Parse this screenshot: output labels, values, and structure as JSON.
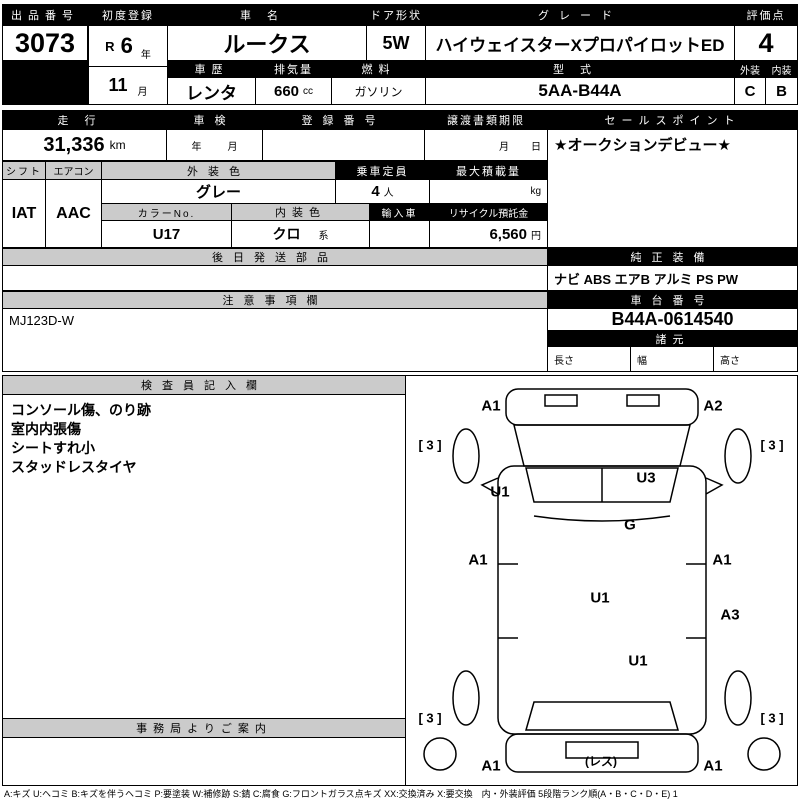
{
  "colors": {
    "header_bg": "#000000",
    "subheader_bg": "#cbcbcb",
    "ink": "#000000"
  },
  "top": {
    "auction_no_label": "出品番号",
    "auction_no": "3073",
    "first_reg_label": "初度登録",
    "first_reg_era": "R",
    "first_reg_year": "6",
    "first_reg_year_unit": "年",
    "first_reg_month": "11",
    "first_reg_month_unit": "月",
    "car_name_label": "車名",
    "car_name": "ルークス",
    "door_shape_label": "ドア形状",
    "door_shape": "5W",
    "grade_label": "グレード",
    "grade": "ハイウェイスターXプロパイロットED",
    "score_label": "評価点",
    "score": "4",
    "history_label": "車歴",
    "history": "レンタ",
    "displacement_label": "排気量",
    "displacement": "660",
    "displacement_unit": "cc",
    "fuel_label": "燃料",
    "fuel": "ガソリン",
    "model_code_label": "型式",
    "model_code": "5AA-B44A",
    "exterior_label": "外装",
    "exterior_grade": "C",
    "interior_label": "内装",
    "interior_grade": "B"
  },
  "status": {
    "mileage_label": "走行",
    "mileage": "31,336",
    "mileage_unit": "km",
    "inspection_label": "車検",
    "inspection_year_unit": "年",
    "inspection_month_unit": "月",
    "registration_no_label": "登録番号",
    "transfer_deadline_label": "譲渡書類期限",
    "transfer_month_unit": "月",
    "transfer_day_unit": "日",
    "sales_point_label": "セールスポイント",
    "sales_point": "★オークションデビュー★"
  },
  "spec": {
    "shift_label": "シフト",
    "shift": "IAT",
    "aircon_label": "エアコン",
    "aircon": "AAC",
    "ext_color_label": "外装色",
    "ext_color": "グレー",
    "capacity_label": "乗車定員",
    "capacity": "4",
    "capacity_unit": "人",
    "max_load_label": "最大積載量",
    "max_load_unit": "kg",
    "color_no_label": "カラーNo.",
    "color_no": "U17",
    "int_color_label": "内装色",
    "int_color": "クロ",
    "int_color_unit": "系",
    "import_label": "輸入車",
    "recycle_label": "リサイクル預託金",
    "recycle": "6,560",
    "recycle_unit": "円"
  },
  "parts": {
    "later_parts_label": "後日発送部品",
    "equipment_label": "純正装備",
    "equipment": "ナビ ABS エアB アルミ PS PW"
  },
  "notes": {
    "label": "注意事項欄",
    "text": "MJ123D-W"
  },
  "chassis": {
    "label": "車台番号",
    "number": "B44A-0614540",
    "dimensions_label": "諸元",
    "length_label": "長さ",
    "width_label": "幅",
    "height_label": "高さ"
  },
  "inspector": {
    "label": "検査員記入欄",
    "lines": [
      "コンソール傷、のり跡",
      "室内内張傷",
      "シートすれ小",
      "スタッドレスタイヤ"
    ],
    "office_label": "事務局よりご案内"
  },
  "diagram": {
    "markers": [
      {
        "text": "A1"
      },
      {
        "text": "A2"
      },
      {
        "text": "[ 3 ]"
      },
      {
        "text": "[ 3 ]"
      },
      {
        "text": "U3"
      },
      {
        "text": "U1"
      },
      {
        "text": "G"
      },
      {
        "text": "A1"
      },
      {
        "text": "A1"
      },
      {
        "text": "U1"
      },
      {
        "text": "A3"
      },
      {
        "text": "U1"
      },
      {
        "text": "[ 3 ]"
      },
      {
        "text": "[ 3 ]"
      },
      {
        "text": "A1"
      },
      {
        "text": "A1"
      },
      {
        "text": "(レス)"
      }
    ]
  },
  "legend": "A:キズ U:ヘコミ B:キズを伴うヘコミ P:要塗装 W:補修跡 S:錆 C:腐食 G:フロントガラス点キズ XX:交換済み X:要交換　内・外装評価 5段階ランク順(A・B・C・D・E) 1"
}
